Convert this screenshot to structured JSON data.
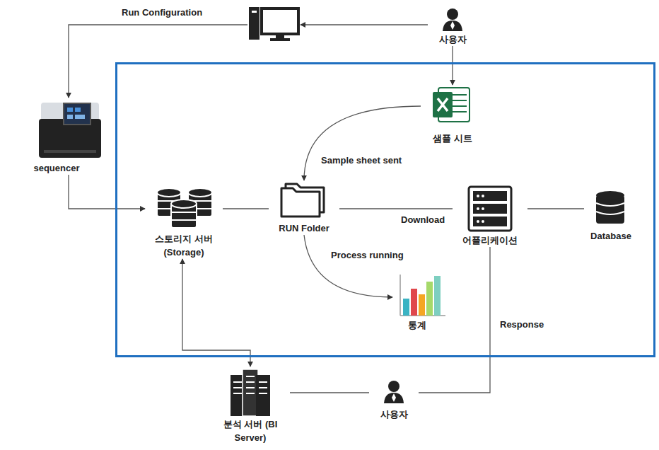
{
  "diagram": {
    "nodes": [
      {
        "text": [
          "사용자"
        ]
      },
      {
        "text": []
      },
      {
        "text": [
          "sequencer"
        ]
      },
      {
        "text": []
      },
      {
        "text": [
          "샘플 시트"
        ],
        "in": 3
      },
      {
        "text": [
          "스토리지 서버 (Storage)"
        ],
        "in": 3
      },
      {
        "text": [
          "RUN Folder"
        ],
        "in": 3
      },
      {
        "text": [
          "통계"
        ],
        "in": 3
      },
      {
        "text": [
          "어플리케이션"
        ],
        "in": 3
      },
      {
        "text": [
          "Database"
        ],
        "in": 3
      },
      {
        "text": [
          "분석 서버 (BI Server)"
        ]
      },
      {
        "text": [
          "사용자"
        ]
      }
    ],
    "edges": [
      {
        "from": 0,
        "to": 1,
        "arrow": "to"
      },
      {
        "from": 0,
        "to": 4,
        "arrow": "to"
      },
      {
        "from": 1,
        "to": 2,
        "label": "Run Configuration",
        "arrow": "to"
      },
      {
        "from": 2,
        "to": 5,
        "arrow": "to"
      },
      {
        "from": 4,
        "to": 6,
        "label": "Sample sheet sent",
        "arrow": "to"
      },
      {
        "from": 5,
        "to": 6,
        "arrow": "none"
      },
      {
        "from": 6,
        "to": 8,
        "label": "Download",
        "arrow": "none"
      },
      {
        "from": 8,
        "to": 9,
        "arrow": "none"
      },
      {
        "from": 6,
        "to": 7,
        "label": "Process running",
        "arrow": "to"
      },
      {
        "from": 5,
        "to": 10,
        "arrow": "both"
      },
      {
        "from": 10,
        "to": 11,
        "arrow": "none"
      },
      {
        "from": 8,
        "to": 11,
        "label": "Response",
        "arrow": "none"
      }
    ]
  }
}
